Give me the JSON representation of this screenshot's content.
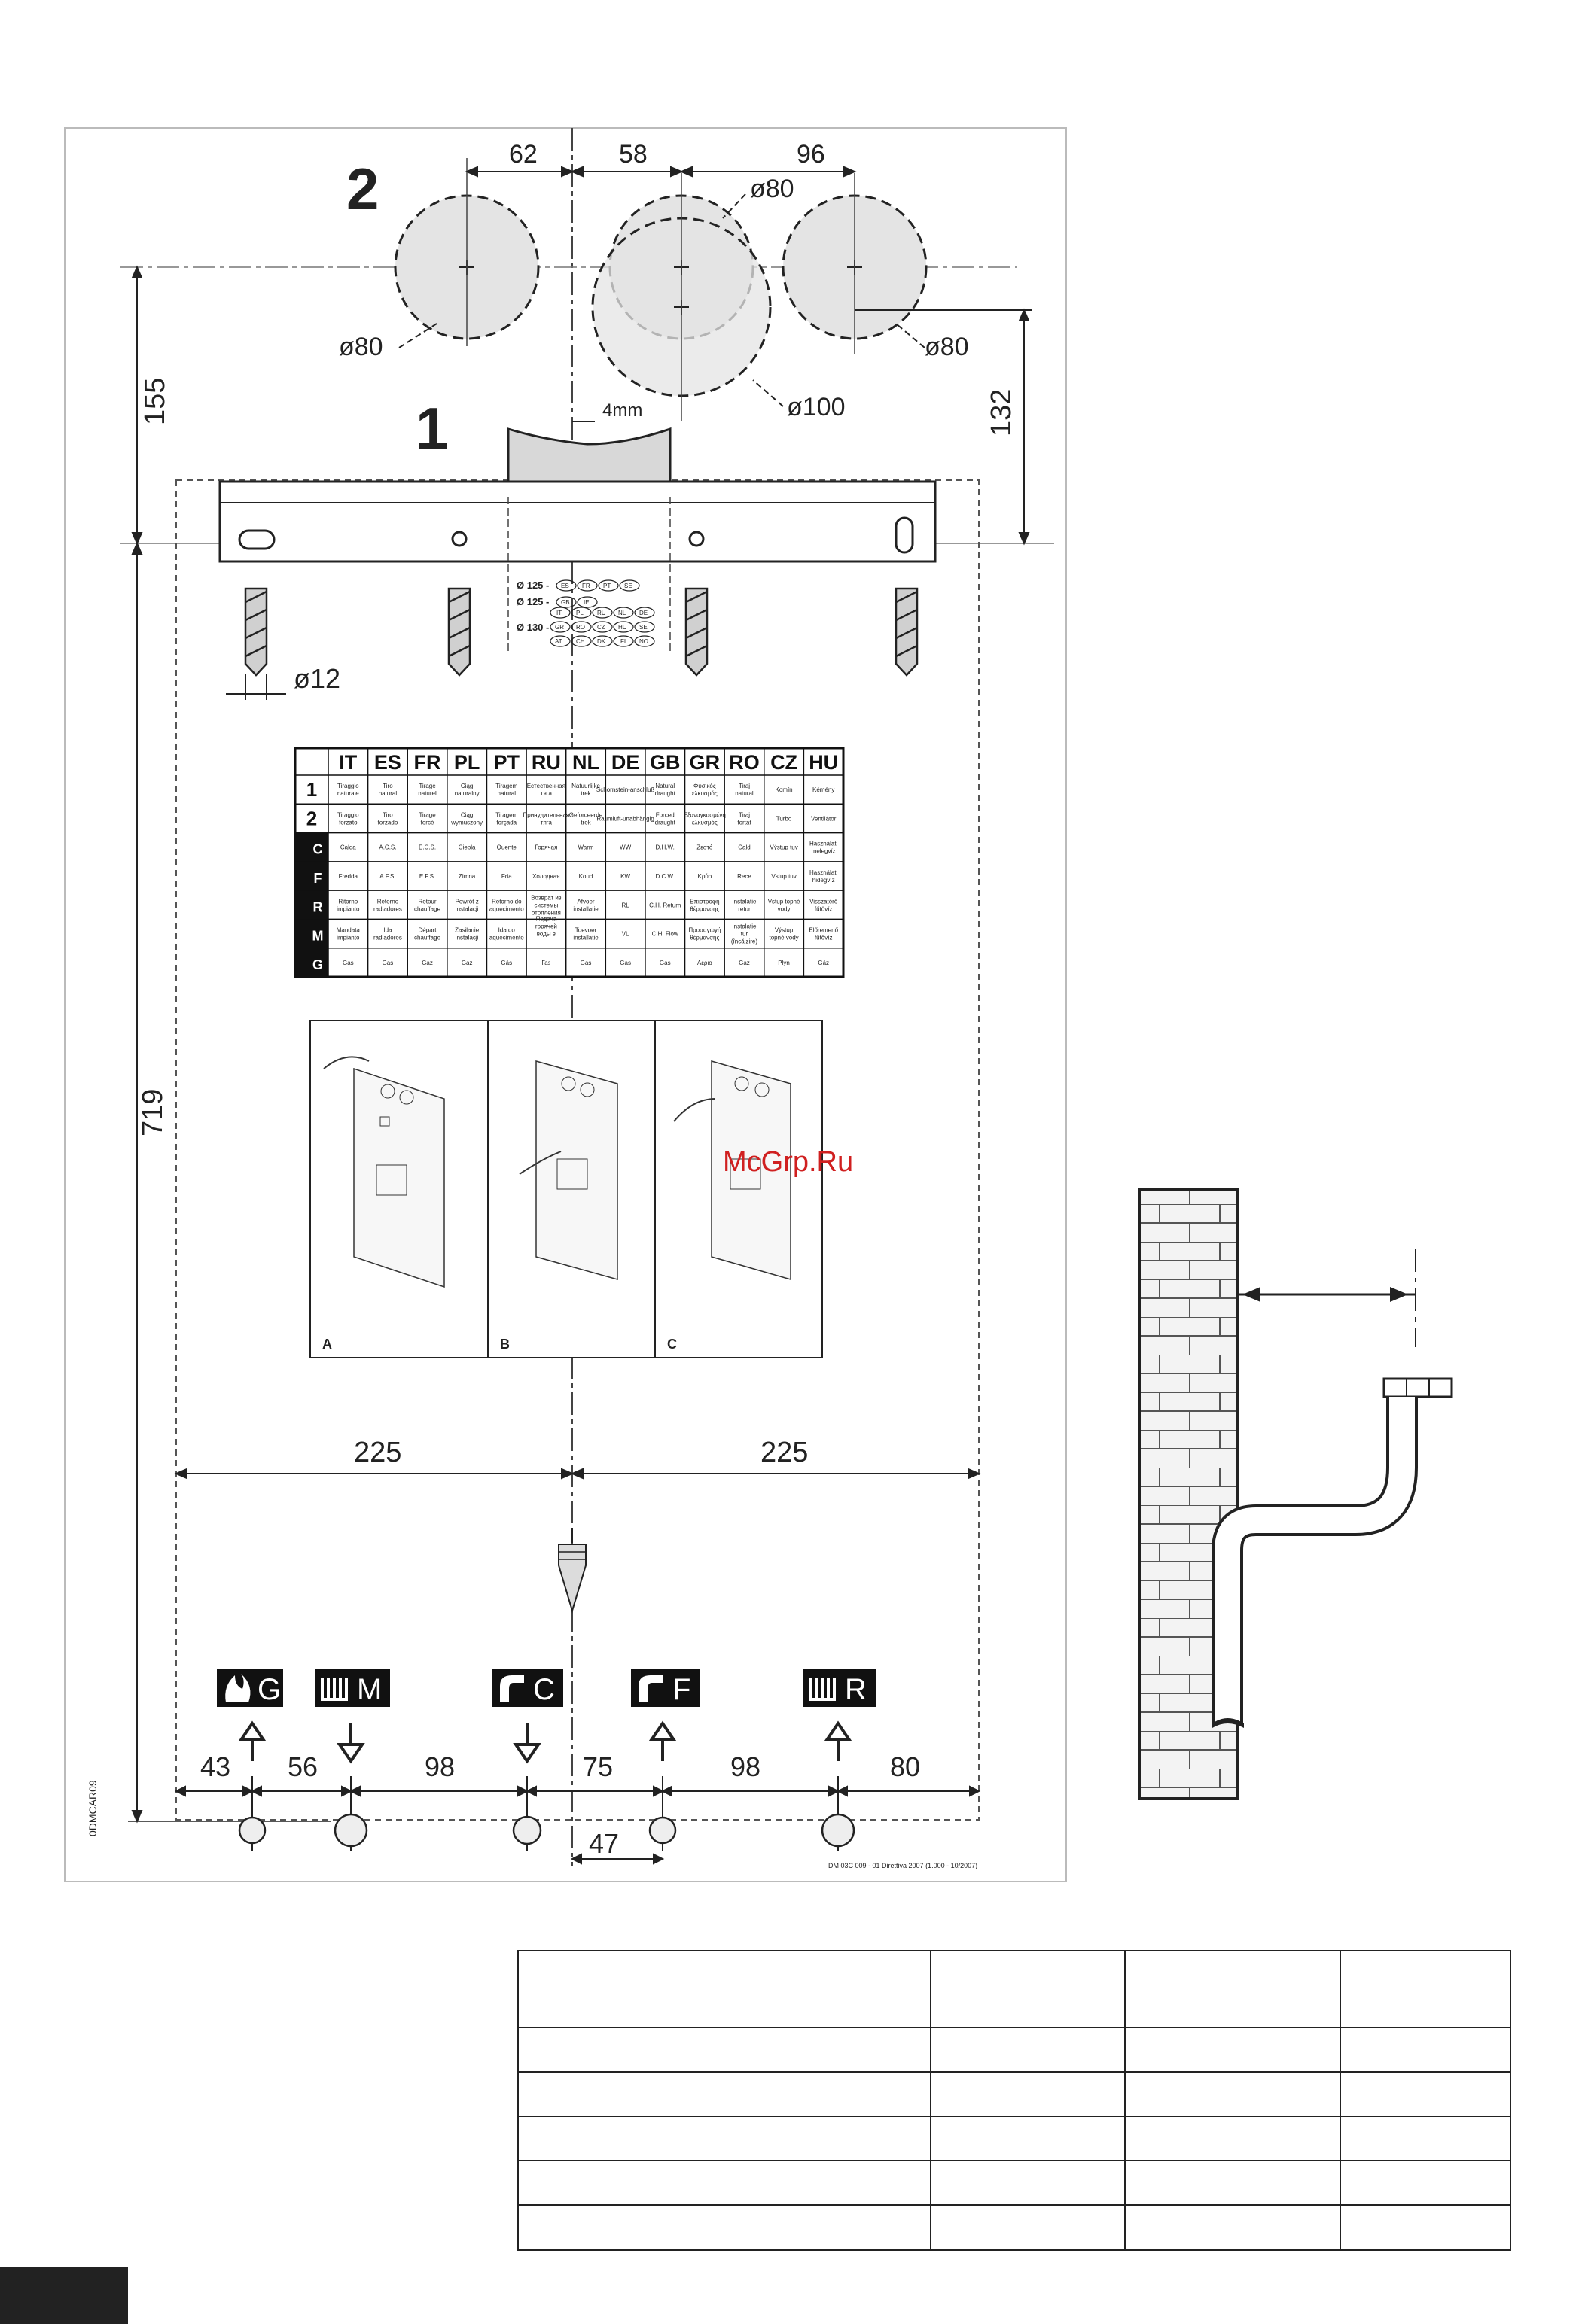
{
  "figure_numbers": {
    "fig2": "2",
    "fig1": "1"
  },
  "dimensions": {
    "top": [
      "62",
      "58",
      "96"
    ],
    "diameters": {
      "d80_a": "ø80",
      "d80_b": "ø80",
      "d80_c": "ø80",
      "d100": "ø100"
    },
    "gap": "4mm",
    "left_155": "155",
    "right_132": "132",
    "drill": "ø12",
    "left_719": "719",
    "half_width_left": "225",
    "half_width_right": "225",
    "bottom": [
      "43",
      "56",
      "98",
      "75",
      "98",
      "80"
    ],
    "offset_47": "47"
  },
  "flue_codes": [
    {
      "label": "Ø 125 -",
      "countries": [
        "ES",
        "FR",
        "PT",
        "SE"
      ]
    },
    {
      "label": "Ø 125 -",
      "countries": [
        "GB",
        "IE"
      ]
    },
    {
      "label": "",
      "countries": [
        "IT",
        "PL",
        "RU",
        "NL",
        "DE"
      ]
    },
    {
      "label": "Ø 130 -",
      "countries": [
        "GR",
        "RO",
        "CZ",
        "HU",
        "SE"
      ]
    },
    {
      "label": "",
      "countries": [
        "AT",
        "CH",
        "DK",
        "FI",
        "NO"
      ]
    }
  ],
  "legend_table": {
    "languages": [
      "IT",
      "ES",
      "FR",
      "PL",
      "PT",
      "RU",
      "NL",
      "DE",
      "GB",
      "GR",
      "RO",
      "CZ",
      "HU"
    ],
    "rows": [
      {
        "key": "1",
        "cells": [
          "Tiraggio naturale",
          "Tiro natural",
          "Tirage naturel",
          "Ciąg naturalny",
          "Tiragem natural",
          "Естественная тяга",
          "Natuurlijke trek",
          "Schornstein-anschluß",
          "Natural draught",
          "Φυσικός ελκυσμός",
          "Tiraj natural",
          "Komín",
          "Kémény"
        ]
      },
      {
        "key": "2",
        "cells": [
          "Tiraggio forzato",
          "Tiro forzado",
          "Tirage forcé",
          "Ciąg wymuszony",
          "Tiragem forçada",
          "Принудительная тяга",
          "Geforceerde trek",
          "Raumluft-unabhängig",
          "Forced draught",
          "Εξαναγκασμένη ελκυσμός",
          "Tiraj fortat",
          "Turbo",
          "Ventilátor"
        ]
      },
      {
        "key": "C",
        "cells": [
          "Calda",
          "A.C.S.",
          "E.C.S.",
          "Ciepła",
          "Quente",
          "Горячая",
          "Warm",
          "WW",
          "D.H.W.",
          "Ζεστό",
          "Cald",
          "Výstup tuv",
          "Használati melegvíz"
        ]
      },
      {
        "key": "F",
        "cells": [
          "Fredda",
          "A.F.S.",
          "E.F.S.",
          "Zimna",
          "Fria",
          "Холодная",
          "Koud",
          "KW",
          "D.C.W.",
          "Κρύο",
          "Rece",
          "Vstup tuv",
          "Használati hidegvíz"
        ]
      },
      {
        "key": "R",
        "cells": [
          "Ritorno impianto",
          "Retorno radiadores",
          "Retour chauffage",
          "Powrót z instalacji",
          "Retorno do aquecimento",
          "Возврат из системы отопления",
          "Afvoer installatie",
          "RL",
          "C.H. Return",
          "Επιστροφή θέρμανσης",
          "Instalatie retur",
          "Vstup topné vody",
          "Visszatérő fűtővíz"
        ]
      },
      {
        "key": "M",
        "cells": [
          "Mandata impianto",
          "Ida radiadores",
          "Départ chauffage",
          "Zasilanie instalacji",
          "Ida do aquecimento",
          "Подача горячей воды в систему отопления",
          "Toevoer installatie",
          "VL",
          "C.H. Flow",
          "Προσαγωγή θέρμανσης",
          "Instalatie tur (încălzire)",
          "Výstup topné vody",
          "Előremenő fűtővíz"
        ]
      },
      {
        "key": "G",
        "cells": [
          "Gas",
          "Gas",
          "Gaz",
          "Gaz",
          "Gás",
          "Газ",
          "Gas",
          "Gas",
          "Gas",
          "Αέριο",
          "Gaz",
          "Plyn",
          "Gáz"
        ]
      }
    ]
  },
  "panels": [
    "A",
    "B",
    "C"
  ],
  "connections": [
    {
      "code": "G",
      "arrow": "up",
      "icon": "flame-icon"
    },
    {
      "code": "M",
      "arrow": "down",
      "icon": "radiator-icon"
    },
    {
      "code": "C",
      "arrow": "down",
      "icon": "hot-tap-icon"
    },
    {
      "code": "F",
      "arrow": "up",
      "icon": "cold-tap-icon"
    },
    {
      "code": "R",
      "arrow": "up",
      "icon": "radiator-icon"
    }
  ],
  "side_code": "0DMCAR09",
  "footer_code": "DM 03C 009 - 01 Direttiva 2007 (1.000 - 10/2007)",
  "watermark": "McGrp.Ru",
  "colors": {
    "ink": "#222222",
    "circle_fill": "#e4e4e4",
    "brick": "#f2f2f2",
    "watermark": "#d02020",
    "legend_black": "#111111"
  }
}
